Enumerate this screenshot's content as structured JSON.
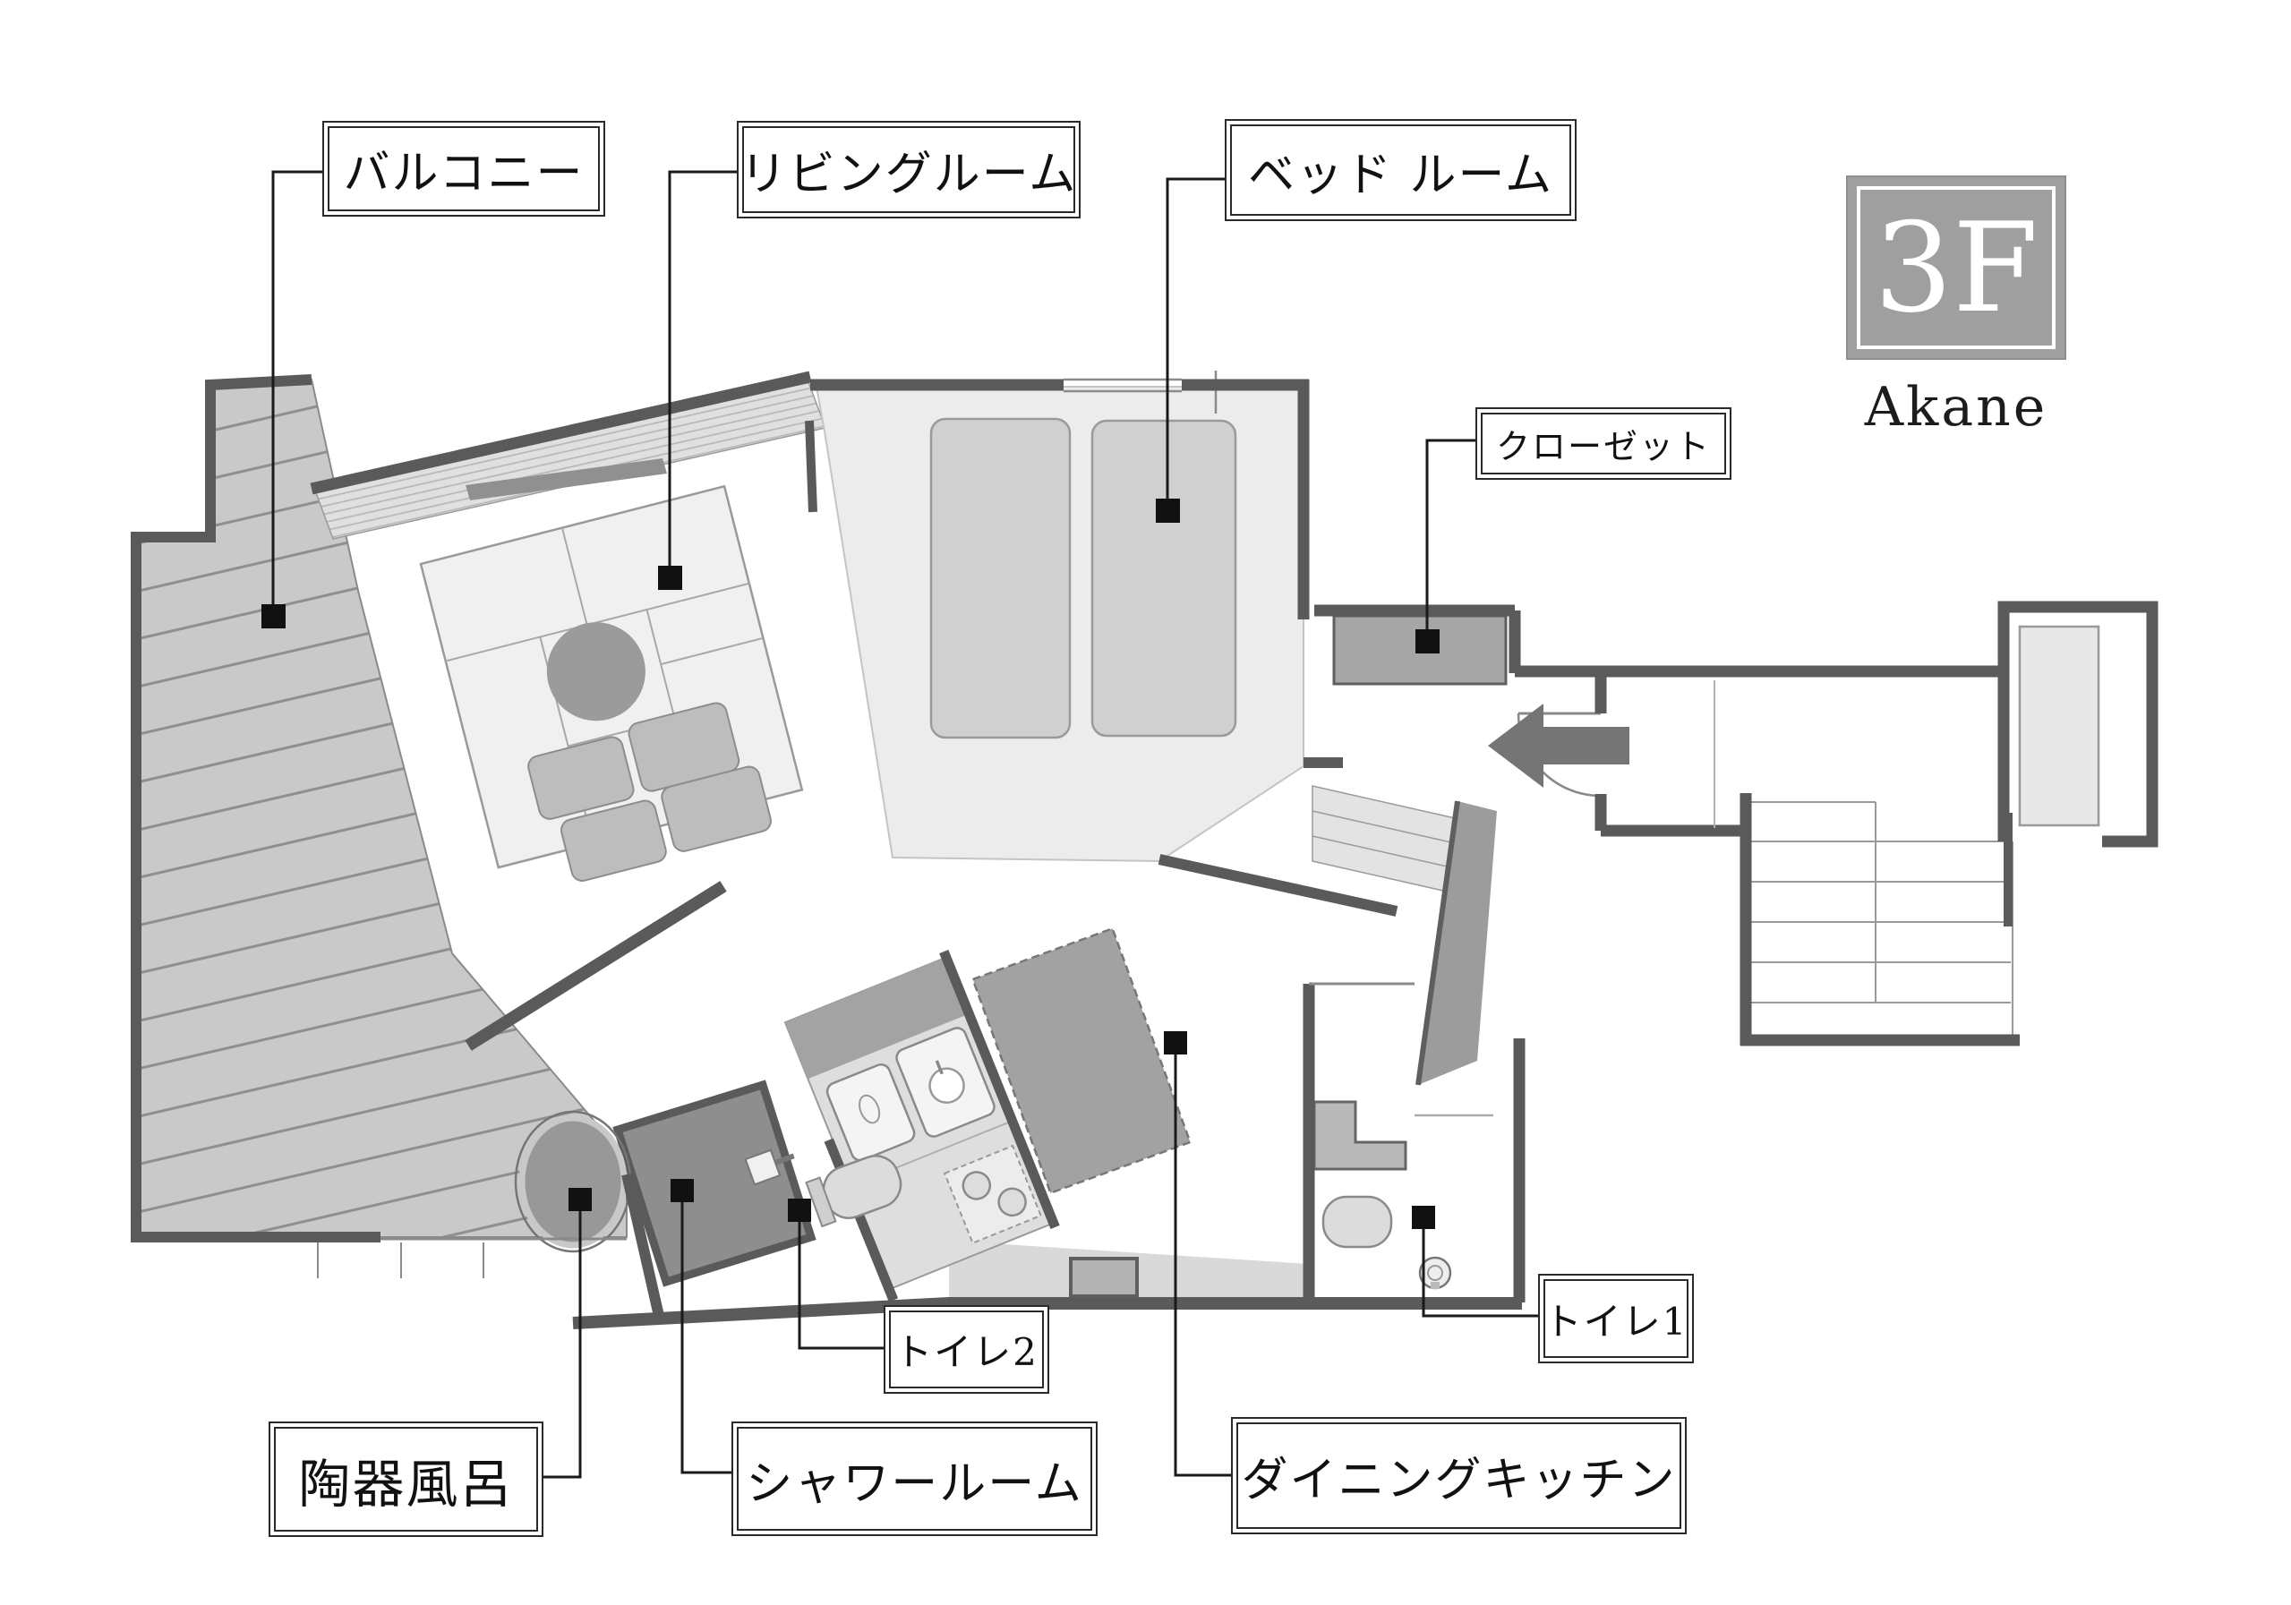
{
  "floorplan": {
    "floor": {
      "badge": "3F",
      "building_name": "Akane"
    },
    "labels": {
      "balcony": "バルコニー",
      "living_room": "リビングルーム",
      "bedroom": "ベッド ルーム",
      "closet": "クローゼット",
      "toilet2": "トイレ2",
      "toilet1": "トイレ1",
      "ceramic_bath": "陶器風呂",
      "shower_room": "シャワールーム",
      "dining_kitchen": "ダイニングキッチン"
    },
    "rooms": [
      {
        "name": "バルコニー",
        "feature": "wood deck"
      },
      {
        "name": "リビングルーム",
        "feature": "tatami area, round table, floor cushions"
      },
      {
        "name": "ベッド ルーム",
        "feature": "two beds"
      },
      {
        "name": "クローゼット",
        "feature": "closet by entrance"
      },
      {
        "name": "ダイニングキッチン",
        "feature": "dining table, kitchen counter, sinks, stove"
      },
      {
        "name": "シャワールーム",
        "feature": "shower room"
      },
      {
        "name": "陶器風呂",
        "feature": "round ceramic bath"
      },
      {
        "name": "トイレ1",
        "feature": "toilet with basin"
      },
      {
        "name": "トイレ2",
        "feature": "toilet"
      }
    ],
    "colors": {
      "wall": "#5a5a5a",
      "deck": "#c9c9c9",
      "floor_light": "#ececec",
      "badge_gray": "#9f9f9f",
      "marker_black": "#111111"
    }
  }
}
